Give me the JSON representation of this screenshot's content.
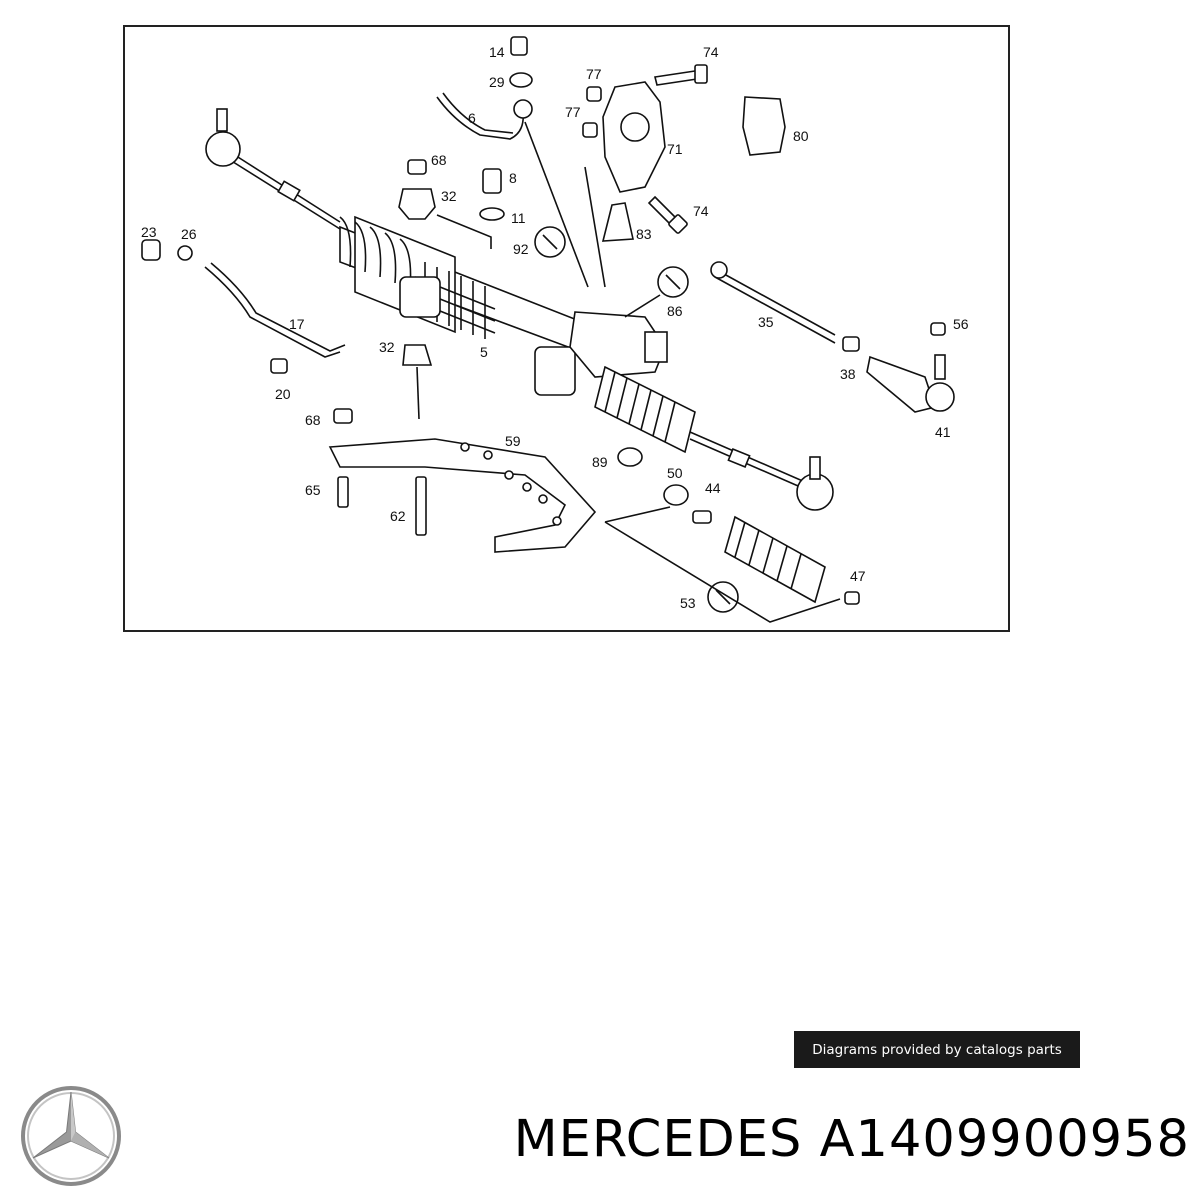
{
  "diagram": {
    "part_labels": [
      {
        "id": "14",
        "text": "14"
      },
      {
        "id": "29",
        "text": "29"
      },
      {
        "id": "6",
        "text": "6"
      },
      {
        "id": "77a",
        "text": "77"
      },
      {
        "id": "77b",
        "text": "77"
      },
      {
        "id": "74a",
        "text": "74"
      },
      {
        "id": "71",
        "text": "71"
      },
      {
        "id": "80",
        "text": "80"
      },
      {
        "id": "68a",
        "text": "68"
      },
      {
        "id": "8",
        "text": "8"
      },
      {
        "id": "32a",
        "text": "32"
      },
      {
        "id": "11",
        "text": "11"
      },
      {
        "id": "74b",
        "text": "74"
      },
      {
        "id": "83",
        "text": "83"
      },
      {
        "id": "92",
        "text": "92"
      },
      {
        "id": "23",
        "text": "23"
      },
      {
        "id": "26",
        "text": "26"
      },
      {
        "id": "86",
        "text": "86"
      },
      {
        "id": "35",
        "text": "35"
      },
      {
        "id": "56",
        "text": "56"
      },
      {
        "id": "17",
        "text": "17"
      },
      {
        "id": "32b",
        "text": "32"
      },
      {
        "id": "5",
        "text": "5"
      },
      {
        "id": "38",
        "text": "38"
      },
      {
        "id": "20",
        "text": "20"
      },
      {
        "id": "41",
        "text": "41"
      },
      {
        "id": "68b",
        "text": "68"
      },
      {
        "id": "59",
        "text": "59"
      },
      {
        "id": "89",
        "text": "89"
      },
      {
        "id": "50",
        "text": "50"
      },
      {
        "id": "65",
        "text": "65"
      },
      {
        "id": "44",
        "text": "44"
      },
      {
        "id": "62",
        "text": "62"
      },
      {
        "id": "47",
        "text": "47"
      },
      {
        "id": "53",
        "text": "53"
      }
    ]
  },
  "credit": {
    "text": "Diagrams provided by catalogs parts"
  },
  "product": {
    "title": "MERCEDES A1409900958"
  },
  "colors": {
    "ink": "#111111",
    "badge_bg": "#1a1a1a",
    "badge_text": "#ffffff"
  },
  "icons": {
    "logo": "mercedes-star-logo",
    "tool": "wrench-icon"
  }
}
